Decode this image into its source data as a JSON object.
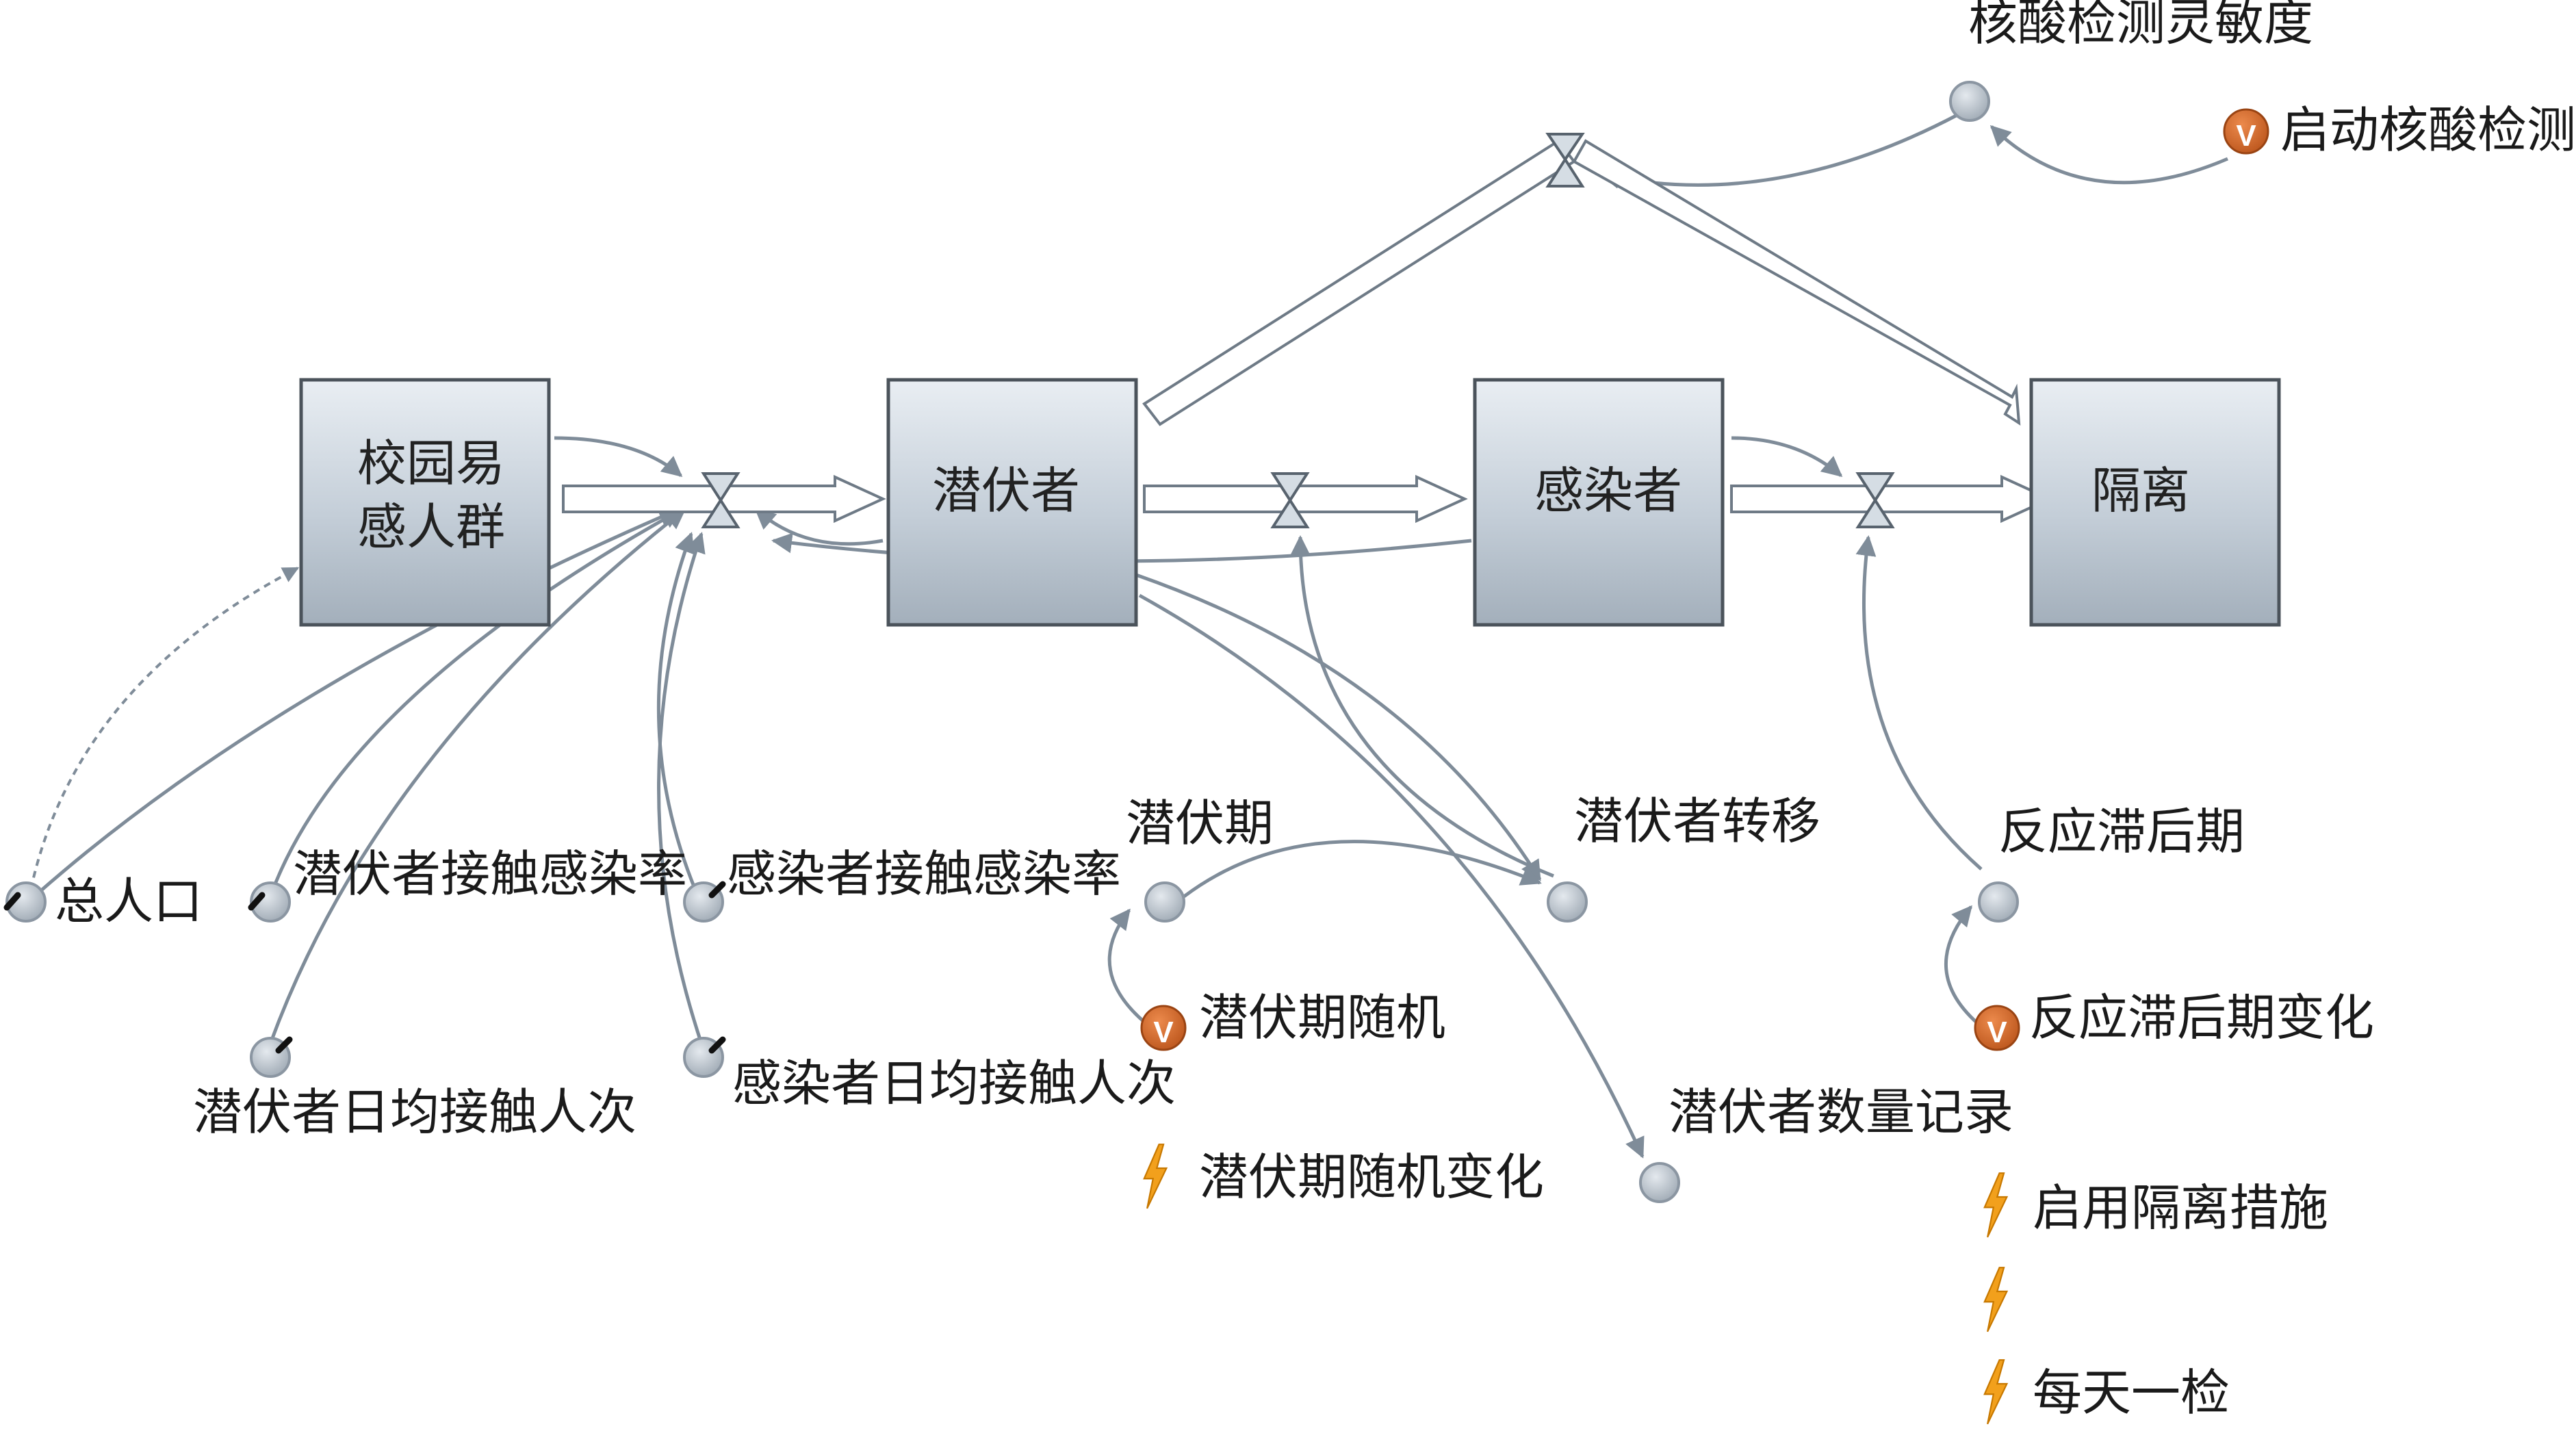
{
  "stocks": {
    "susceptible": {
      "line1": "校园易",
      "line2": "感人群"
    },
    "latent": {
      "label": "潜伏者"
    },
    "infected": {
      "label": "感染者"
    },
    "isolated": {
      "label": "隔离"
    }
  },
  "variables": {
    "nucleic_sensitivity": "核酸检测灵敏度",
    "total_population": "总人口",
    "latent_contact_rate": "潜伏者接触感染率",
    "infected_contact_rate": "感染者接触感染率",
    "latent_period": "潜伏期",
    "latent_transfer": "潜伏者转移",
    "response_delay": "反应滞后期",
    "latent_daily_contacts": "潜伏者日均接触人次",
    "infected_daily_contacts": "感染者日均接触人次",
    "latent_count_record": "潜伏者数量记录"
  },
  "controls": {
    "start_nucleic_test": "启动核酸检测",
    "latent_period_random": "潜伏期随机",
    "response_delay_change": "反应滞后期变化",
    "latent_period_random_change": "潜伏期随机变化",
    "enable_isolation": "启用隔离措施",
    "unnamed_action": "",
    "daily_test": "每天一检"
  },
  "icons": {
    "variable_badge_glyph": "V",
    "variable_badge_color": "#d2691e",
    "action_icon": "lightning-bolt-icon",
    "action_icon_color": "#f2a01c"
  }
}
